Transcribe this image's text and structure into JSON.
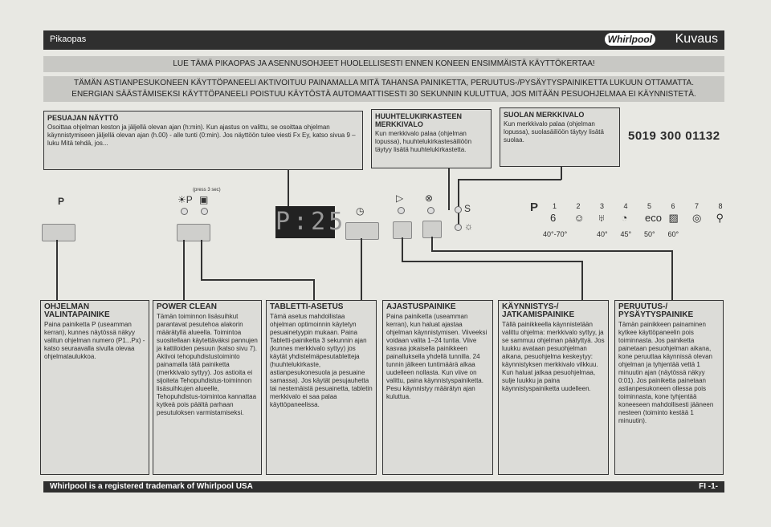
{
  "header": {
    "left": "Pikaopas",
    "brand": "Whirlpool",
    "title": "Kuvaus"
  },
  "band1": "LUE TÄMÄ PIKAOPAS JA ASENNUSOHJEET HUOLELLISESTI ENNEN KONEEN ENSIMMÄISTÄ KÄYTTÖKERTAA!",
  "band2_line1": "TÄMÄN ASTIANPESUKONEEN KÄYTTÖPANEELI AKTIVOITUU PAINAMALLA MITÄ TAHANSA PAINIKETTA, PERUUTUS-/PYSÄYTYSPAINIKETTA LUKUUN OTTAMATTA.",
  "band2_line2": "ENERGIAN SÄÄSTÄMISEKSI KÄYTTÖPANEELI POISTUU KÄYTÖSTÄ AUTOMAATTISESTI 30 SEKUNNIN KULUTTUA, JOS MITÄÄN PESUOHJELMAA EI KÄYNNISTETÄ.",
  "top_boxes": {
    "display": {
      "title": "PESUAJAN NÄYTTÖ",
      "text": "Osoittaa ohjelman keston ja jäljellä olevan ajan (h:min). Kun ajastus on valittu, se osoittaa ohjelman käynnistymiseen jäljellä olevan ajan (h.00) - alle tunti (0:min). Jos näyttöön tulee viesti Fx Ey, katso sivua 9 – luku Mitä tehdä, jos..."
    },
    "rinse": {
      "title": "HUUHTELUKIRKASTEEN MERKKIVALO",
      "text": "Kun merkkivalo palaa (ohjelman lopussa), huuhtelukirkastesäiliöön täytyy lisätä huuhtelukirkastetta."
    },
    "salt": {
      "title": "SUOLAN MERKKIVALO",
      "text": "Kun merkkivalo palaa (ohjelman lopussa), suolasäiliöön täytyy lisätä suolaa."
    }
  },
  "code": "5019 300 01132",
  "panel": {
    "p_label": "P",
    "powerclean_label": "P",
    "press3": "(press 3 sec)",
    "display_value": "P:25",
    "programs": [
      {
        "num": "1",
        "icon": "6",
        "temp": "40°-70°"
      },
      {
        "num": "2",
        "icon": "☺",
        "temp": ""
      },
      {
        "num": "3",
        "icon": "♅",
        "temp": "40°"
      },
      {
        "num": "4",
        "icon": "◔",
        "temp": "45°"
      },
      {
        "num": "5",
        "icon": "eco",
        "temp": "50°"
      },
      {
        "num": "6",
        "icon": "▨",
        "temp": "60°"
      },
      {
        "num": "7",
        "icon": "◎",
        "temp": ""
      },
      {
        "num": "8",
        "icon": "⚲",
        "temp": ""
      }
    ]
  },
  "lower_boxes": [
    {
      "title": "OHJELMAN VALINTAPAINIKE",
      "text": "Paina painiketta P (useamman kerran), kunnes näytössä näkyy valitun ohjelman numero (P1...Px) - katso seuraavalla sivulla olevaa ohjelmataulukkoa."
    },
    {
      "title": "POWER CLEAN",
      "text": "Tämän toiminnon lisäsuihkut parantavat pesutehoa alakorin määrätyllä alueella. Toimintoa suositellaan käytettäväksi pannujen ja kattiloiden pesuun (katso sivu 7). Aktivoi tehopuhdistustoiminto painamalla tätä painiketta (merkkivalo syttyy). Jos astioita ei sijoiteta Tehopuhdistus-toiminnon lisäsuihkujen alueelle, Tehopuhdistus-toimintoa kannattaa kytkeä pois päältä parhaan pesutuloksen varmistamiseksi."
    },
    {
      "title": "TABLETTI-ASETUS",
      "text": "Tämä asetus mahdollistaa ohjelman optimoinnin käytetyn pesuainetyypin mukaan. Paina Tabletti-painiketta 3 sekunnin ajan (kunnes merkkivalo syttyy) jos käytät yhdistelmäpesutabletteja (huuhtelukirkaste, astianpesukonesuola ja pesuaine samassa). Jos käytät pesujauhetta tai nestemäistä pesuainetta, tabletin merkkivalo ei saa palaa käyttöpaneelissa."
    },
    {
      "title": "AJASTUSPAINIKE",
      "text": "Paina painiketta (useamman kerran), kun haluat ajastaa ohjelman käynnistymisen. Viiveeksi voidaan valita 1–24 tuntia. Viive kasvaa jokaisella painikkeen painalluksella yhdellä tunnilla. 24 tunnin jälkeen tuntimäärä alkaa uudelleen nollasta. Kun viive on valittu, paina käynnistyspainiketta. Pesu käynnistyy määrätyn ajan kuluttua."
    },
    {
      "title": "KÄYNNISTYS-/ JATKAMISPAINIKE",
      "text": "Tällä painikkeella käynnistetään valittu ohjelma: merkkivalo syttyy, ja se sammuu ohjelman päätyttyä. Jos luukku avataan pesuohjelman aikana, pesuohjelma keskeytyy: käynnistyksen merkkivalo vilkkuu. Kun haluat jatkaa pesuohjelmaa, sulje luukku ja paina käynnistyspainiketta uudelleen."
    },
    {
      "title": "PERUUTUS-/ PYSÄYTYSPAINIKE",
      "text": "Tämän painikkeen painaminen kytkee käyttöpaneelin pois toiminnasta. Jos painiketta painetaan pesuohjelman aikana, kone peruuttaa käynnissä olevan ohjelman ja tyhjentää vettä 1 minuutin ajan (näytössä näkyy 0:01). Jos painiketta painetaan astianpesukoneen ollessa pois toiminnasta, kone tyhjentää koneeseen mahdollisesti jääneen nesteen (toiminto kestää 1 minuutin)."
    }
  ],
  "footer": {
    "left": "Whirlpool is a registered trademark of Whirlpool USA",
    "right": "FI -1-"
  }
}
